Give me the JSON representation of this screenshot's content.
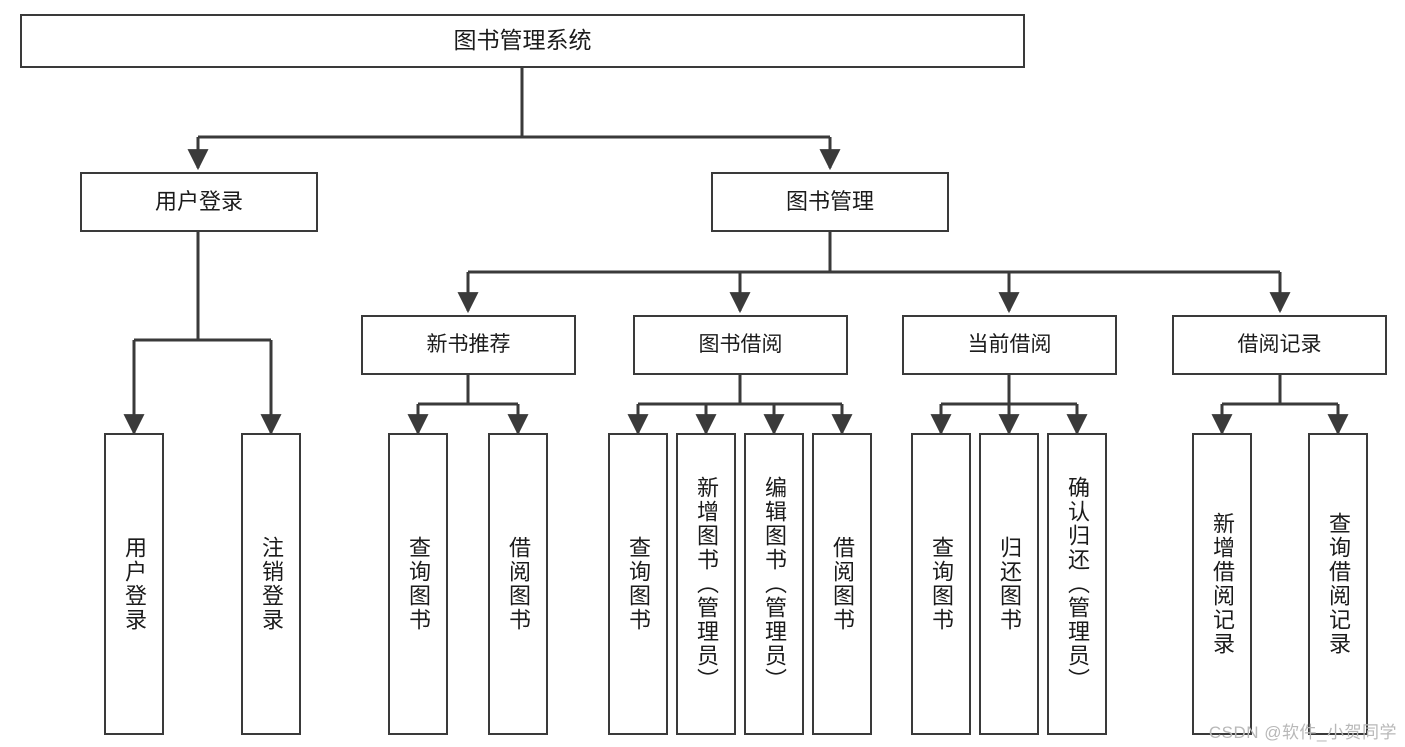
{
  "diagram": {
    "title": "图书管理系统",
    "type": "tree",
    "root": {
      "label": "图书管理系统"
    },
    "level2": [
      {
        "label": "用户登录"
      },
      {
        "label": "图书管理"
      }
    ],
    "level3": [
      {
        "label": "新书推荐"
      },
      {
        "label": "图书借阅"
      },
      {
        "label": "当前借阅"
      },
      {
        "label": "借阅记录"
      }
    ],
    "leaves": {
      "user_login": [
        {
          "label": "用户登录"
        },
        {
          "label": "注销登录"
        }
      ],
      "new_book": [
        {
          "label": "查询图书"
        },
        {
          "label": "借阅图书"
        }
      ],
      "book_borrow": [
        {
          "label": "查询图书"
        },
        {
          "label": "新增图书（管理员）"
        },
        {
          "label": "编辑图书（管理员）"
        },
        {
          "label": "借阅图书"
        }
      ],
      "current_borrow": [
        {
          "label": "查询图书"
        },
        {
          "label": "归还图书"
        },
        {
          "label": "确认归还（管理员）"
        }
      ],
      "borrow_record": [
        {
          "label": "新增借阅记录"
        },
        {
          "label": "查询借阅记录"
        }
      ]
    }
  },
  "watermark": {
    "text": "CSDN @软件_小贺同学"
  },
  "colors": {
    "stroke": "#3a3a3a",
    "background": "#ffffff",
    "text": "#1b1b1b",
    "watermark": "#b8b8b8"
  }
}
